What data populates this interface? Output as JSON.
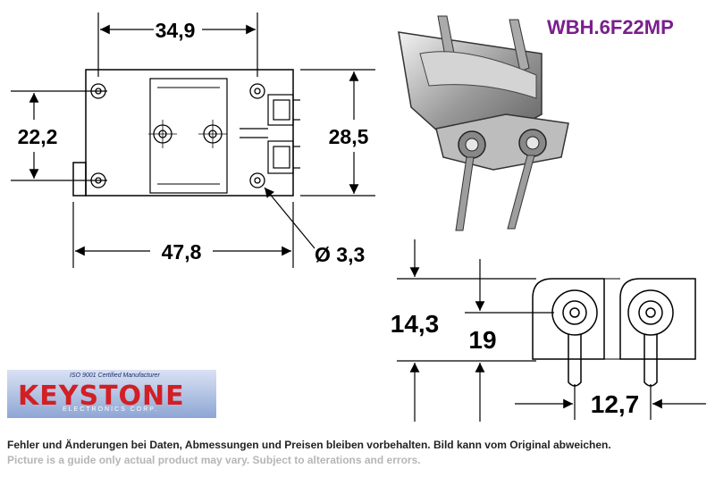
{
  "product": {
    "part_number": "WBH.6F22MP"
  },
  "dimensions": {
    "top_width": "34,9",
    "left_height": "22,2",
    "right_height": "28,5",
    "bottom_width": "47,8",
    "hole_diameter": "Ø 3,3",
    "side_height_a": "14,3",
    "side_height_b": "19",
    "terminal_spacing": "12,7"
  },
  "logo": {
    "iso_text": "ISO 9001 Certified Manufacturer",
    "name": "KEYSTONE",
    "subtitle": "ELECTRONICS CORP."
  },
  "notes": {
    "german": "Fehler und Änderungen bei Daten, Abmessungen und Preisen bleiben vorbehalten. Bild kann vom Original abweichen.",
    "english": "Picture is a guide only actual product may vary. Subject to alterations and errors."
  }
}
